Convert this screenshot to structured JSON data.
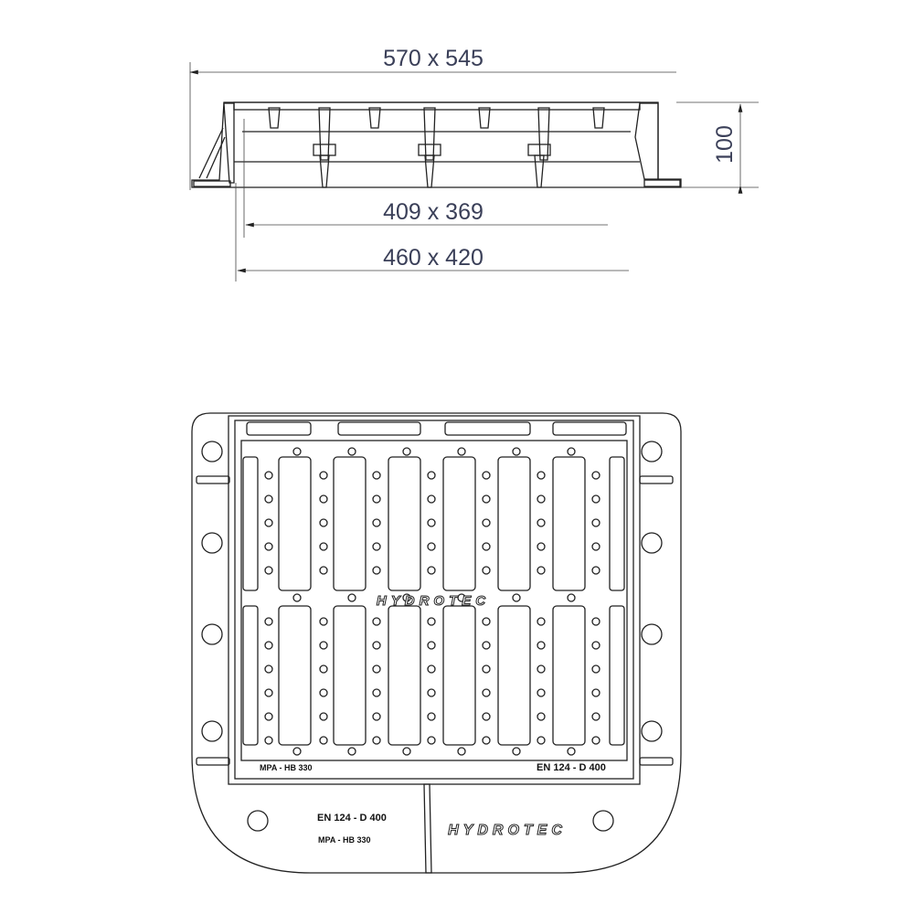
{
  "section_view": {
    "dim_outer": "570 x 545",
    "dim_clear_opening": "409 x 369",
    "dim_frame_opening": "460 x 420",
    "dim_height": "100"
  },
  "plan_view": {
    "grate_brand": "HYDROTEC",
    "grate_mark_left": "MPA - HB 330",
    "grate_mark_right": "EN 124 - D 400",
    "frame_mark_class": "EN 124 - D 400",
    "frame_mark_test": "MPA - HB 330",
    "frame_brand": "HYDROTEC"
  }
}
